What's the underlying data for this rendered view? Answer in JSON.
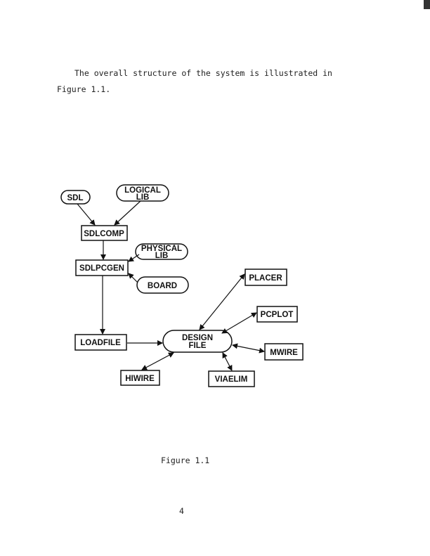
{
  "body_text": {
    "line1": "The overall structure of the system is illustrated in",
    "line2": "Figure 1.1."
  },
  "figure": {
    "nodes": {
      "sdl": "SDL",
      "logical_lib": [
        "LOGICAL",
        "LIB"
      ],
      "sdlcomp": "SDLCOMP",
      "physical_lib": [
        "PHYSICAL",
        "LIB"
      ],
      "sdlpcgen": "SDLPCGEN",
      "board": "BOARD",
      "placer": "PLACER",
      "pcplot": "PCPLOT",
      "loadfile": "LOADFILE",
      "design_file": [
        "DESIGN",
        "FILE"
      ],
      "mwire": "MWIRE",
      "hiwire": "HIWIRE",
      "viaelim": "VIAELIM"
    },
    "caption": "Figure 1.1"
  },
  "page_number": "4"
}
